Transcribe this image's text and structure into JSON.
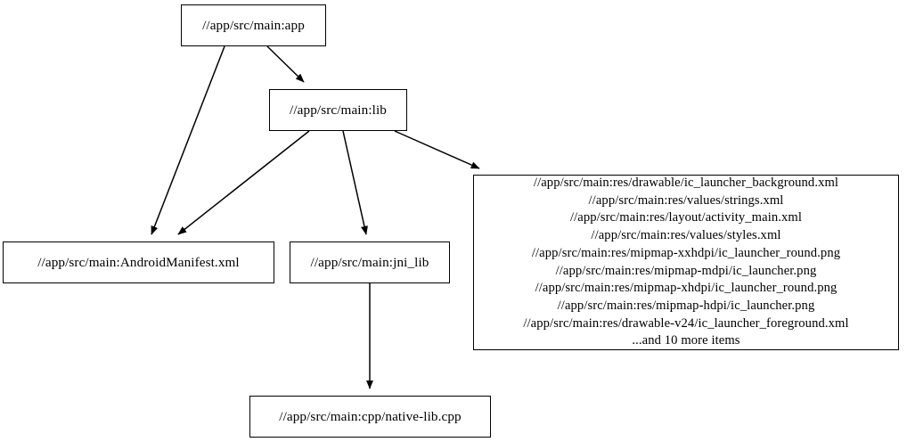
{
  "graph": {
    "type": "directed-dependency-graph",
    "background_color": "#ffffff",
    "node_border_color": "#000000",
    "edge_color": "#000000",
    "nodes": [
      {
        "id": "app",
        "label": "//app/src/main:app"
      },
      {
        "id": "lib",
        "label": "//app/src/main:lib"
      },
      {
        "id": "manifest",
        "label": "//app/src/main:AndroidManifest.xml"
      },
      {
        "id": "jni_lib",
        "label": "//app/src/main:jni_lib"
      },
      {
        "id": "res",
        "label": "//app/src/main:res/drawable/ic_launcher_background.xml\n//app/src/main:res/values/strings.xml\n//app/src/main:res/layout/activity_main.xml\n//app/src/main:res/values/styles.xml\n//app/src/main:res/mipmap-xxhdpi/ic_launcher_round.png\n//app/src/main:res/mipmap-mdpi/ic_launcher.png\n//app/src/main:res/mipmap-xhdpi/ic_launcher_round.png\n//app/src/main:res/mipmap-hdpi/ic_launcher.png\n//app/src/main:res/drawable-v24/ic_launcher_foreground.xml\n...and 10 more items",
        "lines": [
          "//app/src/main:res/drawable/ic_launcher_background.xml",
          "//app/src/main:res/values/strings.xml",
          "//app/src/main:res/layout/activity_main.xml",
          "//app/src/main:res/values/styles.xml",
          "//app/src/main:res/mipmap-xxhdpi/ic_launcher_round.png",
          "//app/src/main:res/mipmap-mdpi/ic_launcher.png",
          "//app/src/main:res/mipmap-xhdpi/ic_launcher_round.png",
          "//app/src/main:res/mipmap-hdpi/ic_launcher.png",
          "//app/src/main:res/drawable-v24/ic_launcher_foreground.xml",
          "...and 10 more items"
        ],
        "overflow_note": "...and 10 more items",
        "overflow_count": 10
      },
      {
        "id": "native_lib",
        "label": "//app/src/main:cpp/native-lib.cpp"
      }
    ],
    "edges": [
      {
        "from": "app",
        "to": "manifest"
      },
      {
        "from": "app",
        "to": "lib"
      },
      {
        "from": "lib",
        "to": "manifest"
      },
      {
        "from": "lib",
        "to": "jni_lib"
      },
      {
        "from": "lib",
        "to": "res"
      },
      {
        "from": "jni_lib",
        "to": "native_lib"
      }
    ]
  }
}
